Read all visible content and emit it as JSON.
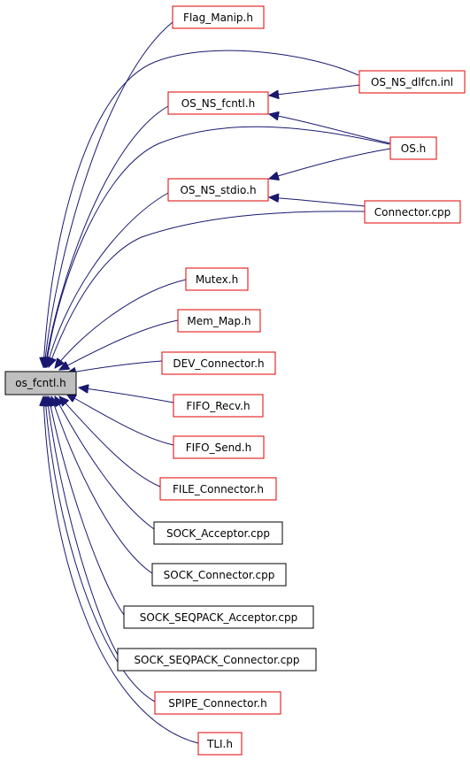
{
  "graph": {
    "root": "os_fcntl.h",
    "colors": {
      "edge": "#191970",
      "red_border": "#e00000",
      "black_border": "#000000",
      "root_fill": "#bfbfbf"
    },
    "nodes": {
      "root": "os_fcntl.h",
      "flag_manip": "Flag_Manip.h",
      "os_ns_dlfcn": "OS_NS_dlfcn.inl",
      "os_ns_fcntl": "OS_NS_fcntl.h",
      "os_h": "OS.h",
      "os_ns_stdio": "OS_NS_stdio.h",
      "connector_cpp": "Connector.cpp",
      "mutex": "Mutex.h",
      "mem_map": "Mem_Map.h",
      "dev_connector": "DEV_Connector.h",
      "fifo_recv": "FIFO_Recv.h",
      "fifo_send": "FIFO_Send.h",
      "file_connector": "FILE_Connector.h",
      "sock_acceptor": "SOCK_Acceptor.cpp",
      "sock_connector": "SOCK_Connector.cpp",
      "sock_seqpack_acceptor": "SOCK_SEQPACK_Acceptor.cpp",
      "sock_seqpack_connector": "SOCK_SEQPACK_Connector.cpp",
      "spipe_connector": "SPIPE_Connector.h",
      "tli": "TLI.h"
    }
  }
}
